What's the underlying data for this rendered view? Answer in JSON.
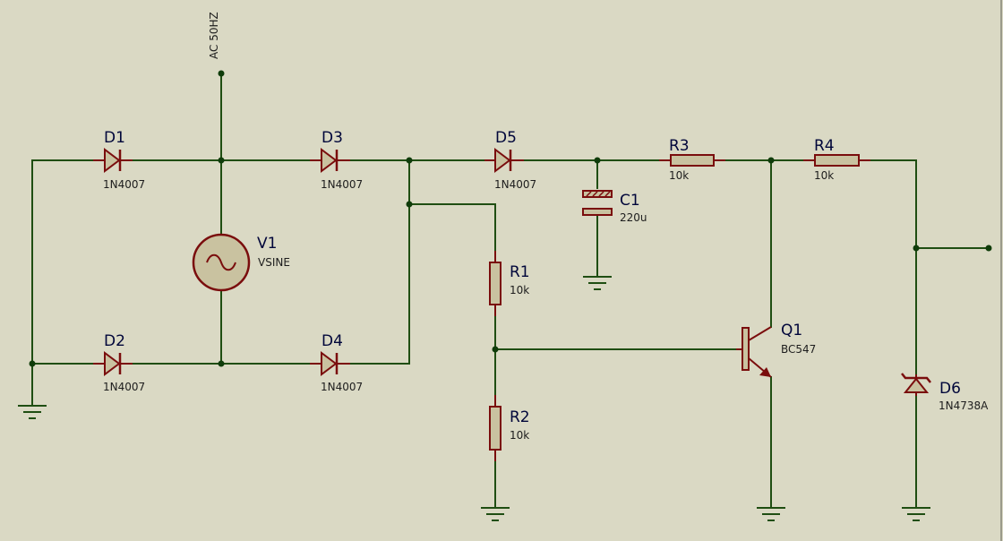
{
  "net_label": "AC 50HZ",
  "components": {
    "d1": {
      "name": "D1",
      "value": "1N4007"
    },
    "d2": {
      "name": "D2",
      "value": "1N4007"
    },
    "d3": {
      "name": "D3",
      "value": "1N4007"
    },
    "d4": {
      "name": "D4",
      "value": "1N4007"
    },
    "d5": {
      "name": "D5",
      "value": "1N4007"
    },
    "d6": {
      "name": "D6",
      "value": "1N4738A"
    },
    "v1": {
      "name": "V1",
      "value": "VSINE"
    },
    "c1": {
      "name": "C1",
      "value": "220u"
    },
    "r1": {
      "name": "R1",
      "value": "10k"
    },
    "r2": {
      "name": "R2",
      "value": "10k"
    },
    "r3": {
      "name": "R3",
      "value": "10k"
    },
    "r4": {
      "name": "R4",
      "value": "10k"
    },
    "q1": {
      "name": "Q1",
      "value": "BC547"
    }
  },
  "colors": {
    "background": "#dad9c4",
    "wire": "#1f4e12",
    "junction": "#0f3c0a",
    "component_outline": "#7a0d0d",
    "component_fill": "#c9c2a0",
    "label": "#00063a"
  }
}
